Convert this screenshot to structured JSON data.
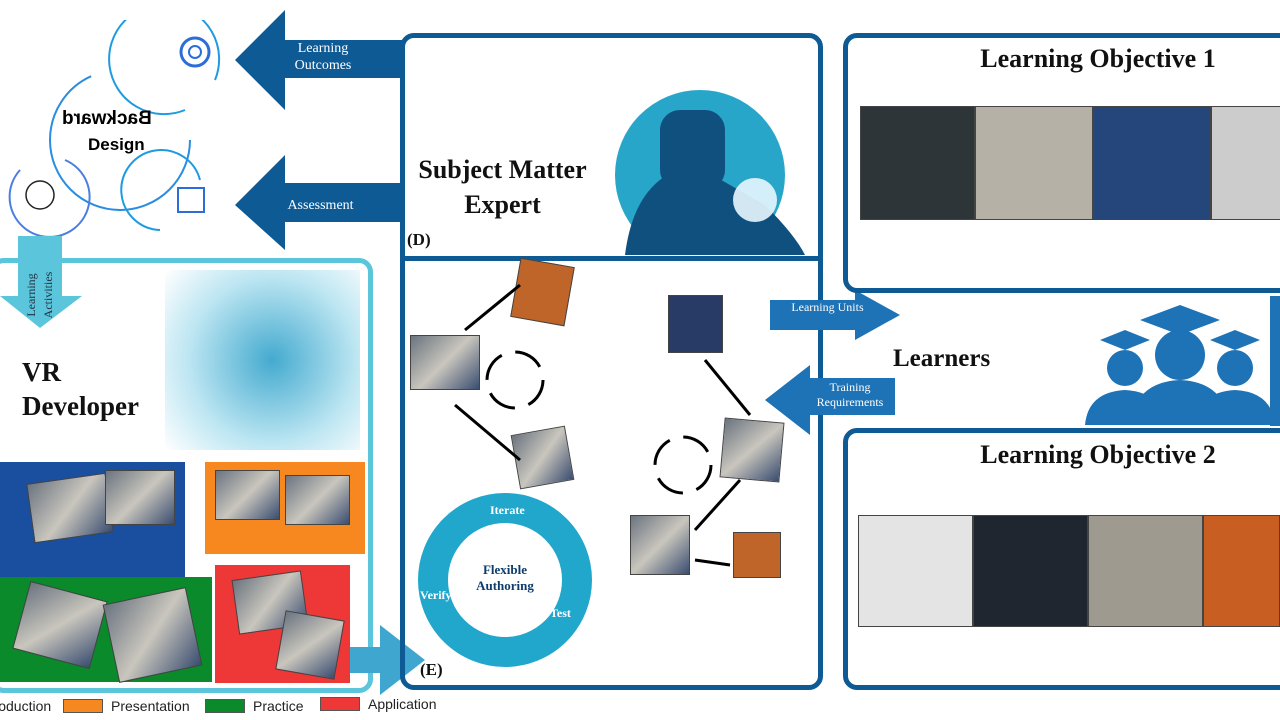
{
  "backward_design": {
    "title_mirrored": "Backward",
    "subtitle": "Design"
  },
  "arrows": {
    "learning_outcomes": "Learning Outcomes",
    "assessment": "Assessment",
    "learning_activities": "Learning Activities",
    "learning_units": "Learning Units",
    "training_requirements": "Training Requirements"
  },
  "sme": {
    "title": "Subject Matter Expert",
    "tag": "(D)"
  },
  "vr": {
    "title": "VR Developer",
    "tag": "(E)"
  },
  "cycle": {
    "center": "Flexible Authoring",
    "iterate": "Iterate",
    "test": "Test",
    "verify": "Verify"
  },
  "objectives": {
    "lo1": "Learning Objective 1",
    "lo2": "Learning Objective 2"
  },
  "learners": "Learners",
  "legend": [
    {
      "label": "Introduction",
      "color": "#1a4fa0"
    },
    {
      "label": "Presentation",
      "color": "#f7871f"
    },
    {
      "label": "Practice",
      "color": "#0a8a2a"
    },
    {
      "label": "Application",
      "color": "#ee3737"
    }
  ]
}
